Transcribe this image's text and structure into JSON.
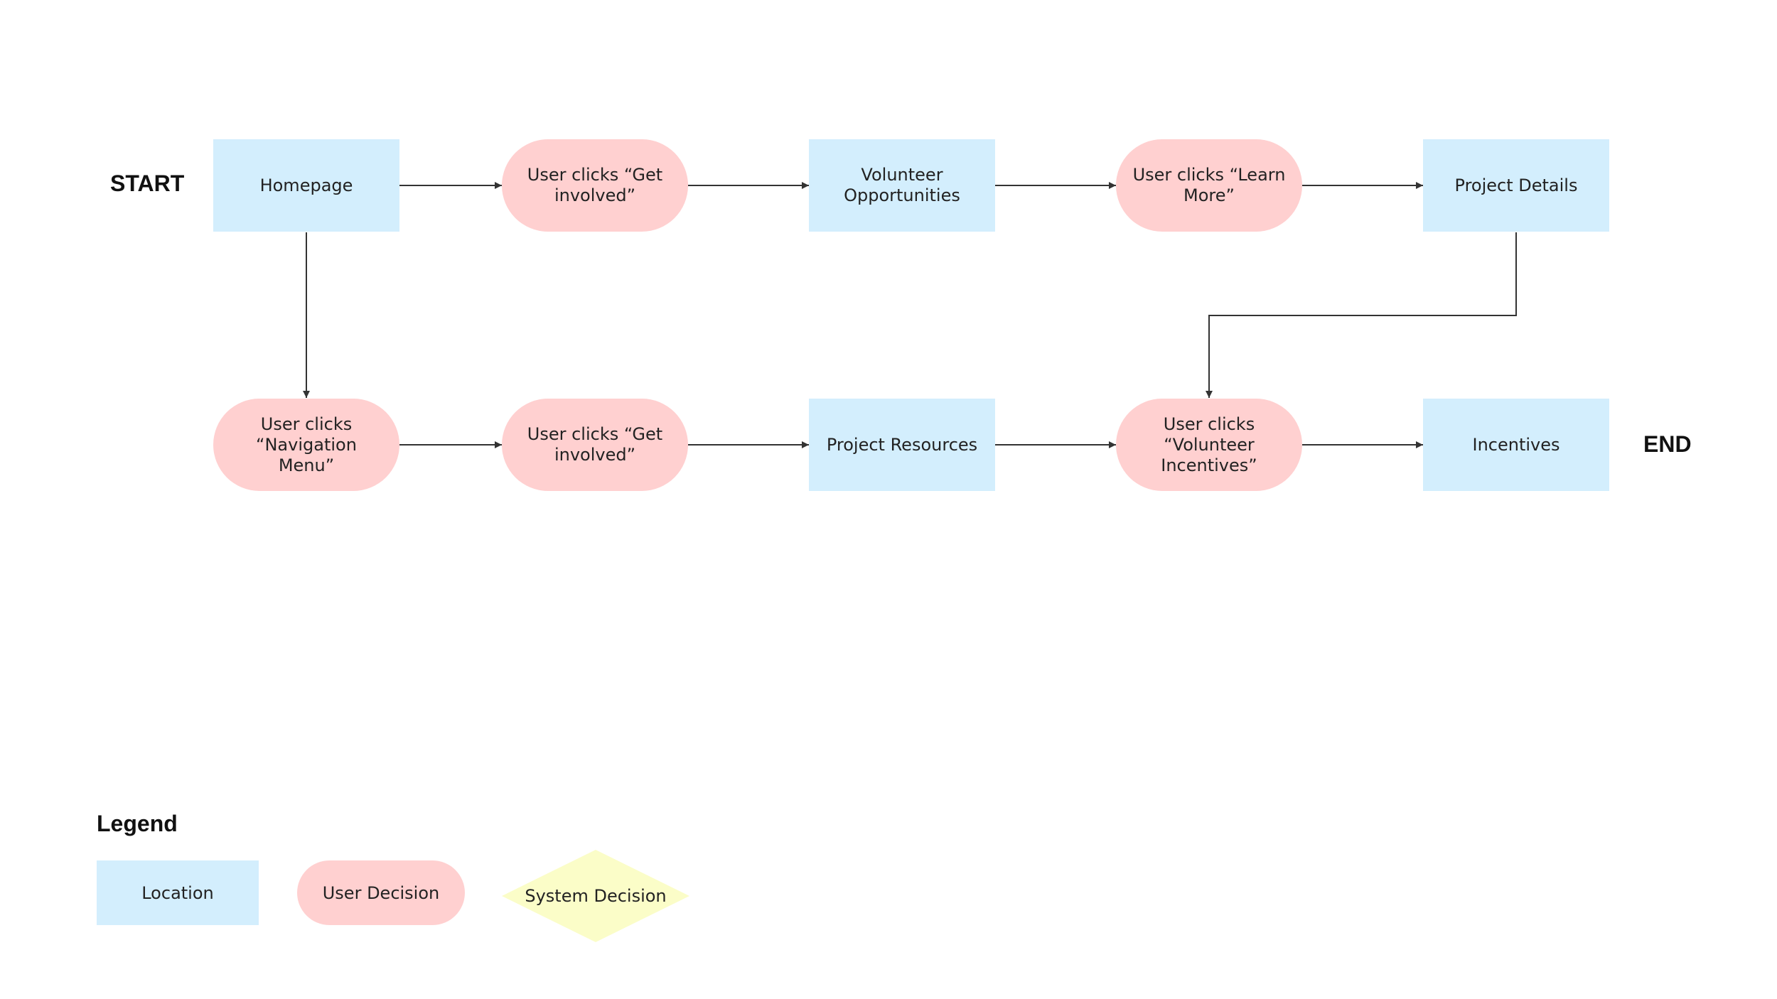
{
  "flow": {
    "start_label": "START",
    "end_label": "END",
    "nodes": {
      "homepage": "Homepage",
      "get_involved_top": "User clicks “Get\ninvolved”",
      "volunteer_opportunities": "Volunteer\nOpportunities",
      "learn_more": "User clicks “Learn\nMore”",
      "project_details": "Project Details",
      "navigation_menu": "User clicks\n“Navigation Menu”",
      "get_involved_bottom": "User clicks “Get\ninvolved”",
      "project_resources": "Project Resources",
      "volunteer_incentives": "User clicks\n“Volunteer\nIncentives”",
      "incentives": "Incentives"
    }
  },
  "legend": {
    "title": "Legend",
    "location": "Location",
    "user_decision": "User Decision",
    "system_decision": "System Decision"
  },
  "colors": {
    "location": "#d3eefd",
    "user_decision": "#ffd0d0",
    "system_decision": "#fbfdc8",
    "connector": "#333333"
  }
}
